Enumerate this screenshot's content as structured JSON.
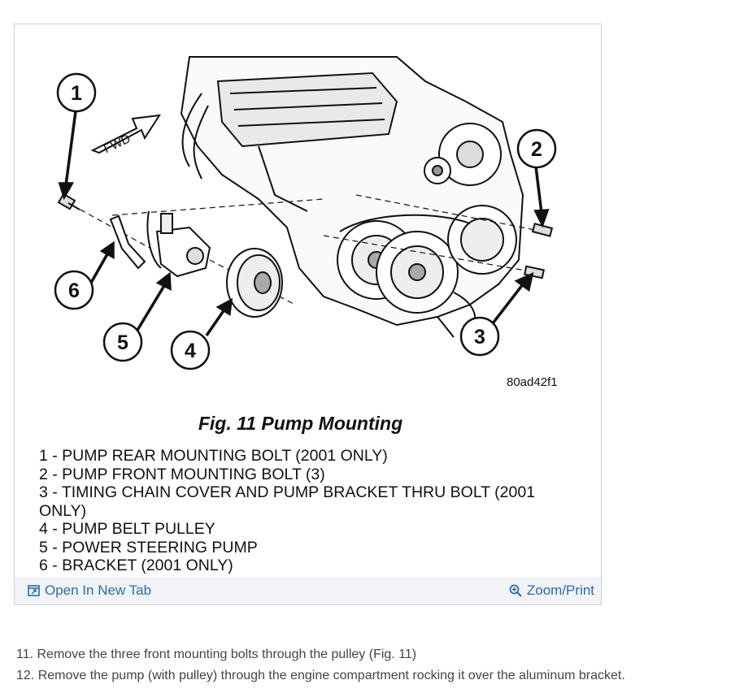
{
  "figure": {
    "image_code": "80ad42f1",
    "fwd_label": "FWD",
    "callouts": [
      "1",
      "2",
      "3",
      "4",
      "5",
      "6"
    ],
    "caption": "Fig. 11 Pump Mounting",
    "legend": [
      "1 - PUMP REAR MOUNTING BOLT (2001 ONLY)",
      "2 - PUMP FRONT MOUNTING BOLT (3)",
      "3 - TIMING CHAIN COVER AND PUMP BRACKET THRU BOLT (2001 ONLY)",
      "4 - PUMP BELT PULLEY",
      "5 - POWER STEERING PUMP",
      "6 - BRACKET (2001 ONLY)"
    ]
  },
  "toolbar": {
    "open_label": "Open In New Tab",
    "zoom_label": "Zoom/Print",
    "open_icon": "open-in-new-tab-icon",
    "zoom_icon": "zoom-in-icon",
    "link_color": "#2b6cb0"
  },
  "steps": [
    "11. Remove the three front mounting bolts through the pulley (Fig. 11)",
    "12. Remove the pump (with pulley) through the engine compartment rocking it over the aluminum bracket."
  ]
}
